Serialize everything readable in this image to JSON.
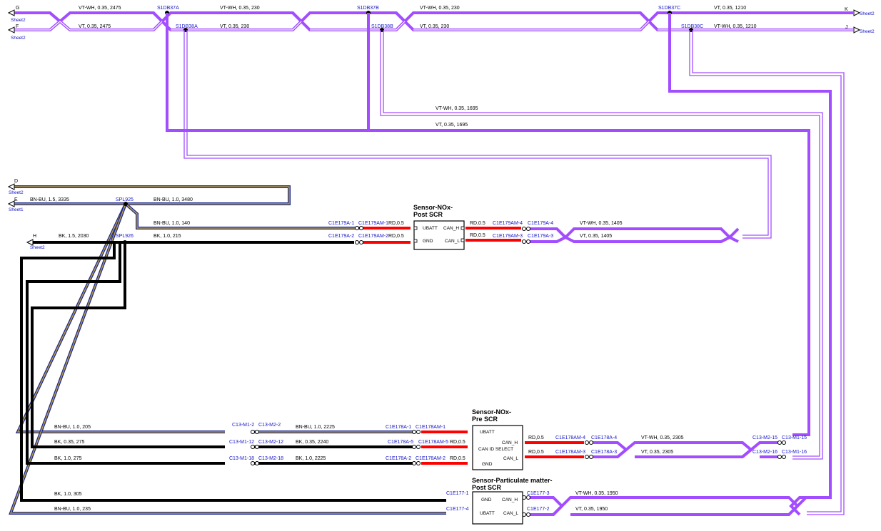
{
  "colors": {
    "violet": "#a24dff",
    "violet_white": "#b06cff",
    "red": "#ff0000",
    "black": "#000000",
    "brown_blue_outer": "#1b2a8a",
    "brown_blue_inner": "#b89a4a",
    "label_blue": "#1414c8"
  },
  "ports": {
    "G": "G",
    "F": "F",
    "K": "K",
    "J": "J",
    "D": "D",
    "E": "E",
    "H": "H",
    "sheet2": "Sheet2",
    "sheet1": "Sheet1"
  },
  "splices": {
    "s37a": "S1DB37A",
    "s38a": "S1DB38A",
    "s37b": "S1DB37B",
    "s38b": "S1DB38B",
    "s37c": "S1DB37C",
    "s38c": "S1DB38C",
    "spl925": "SPL925",
    "spl926": "SPL926"
  },
  "wires": {
    "top_vtwh_left": "VT-WH,  0.35,  2475",
    "top_vt_left": "VT,  0.35,  2475",
    "top_vtwh_mid": "VT-WH,  0.35,  230",
    "top_vt_mid": "VT,  0.35,  230",
    "top_vtwh_mid2": "VT-WH,  0.35,  230",
    "top_vt_mid2": "VT,  0.35,  230",
    "top_vt_right": "VT,  0.35,  1210",
    "top_vtwh_right": "VT-WH,  0.35,  1210",
    "long_vtwh": "VT-WH,  0.35,  1695",
    "long_vt": "VT,  0.35,  1695",
    "bnbu_3335": "BN-BU,  1.5,  3335",
    "bnbu_3480": "BN-BU,  1.0,  3480",
    "bnbu_140": "BN-BU,  1.0,  140",
    "bk_2030": "BK,  1.5,  2030",
    "bk_215": "BK,  1.0,  215",
    "post_vtwh": "VT-WH,  0.35,  1405",
    "post_vt": "VT,  0.35,  1405",
    "bnbu_205": "BN-BU,  1.0,  205",
    "bk_275a": "BK,  0.35,  275",
    "bk_275b": "BK,  1.0,  275",
    "bnbu_2225": "BN-BU,  1.0,  2225",
    "bk_2240": "BK,  0.35,  2240",
    "bk_2225": "BK,  1.0,  2225",
    "pre_vtwh": "VT-WH,  0.35,  2305",
    "pre_vt": "VT,  0.35,  2305",
    "bk_305": "BK,  1.0,  305",
    "bnbu_235": "BN-BU,  1.0,  235",
    "pm_vtwh": "VT-WH,  0.35,  1950",
    "pm_vt": "VT,  0.35,  1950",
    "rd05": "RD,0.5"
  },
  "connectors": {
    "c1e179a1": "C1E179A-1",
    "c1e179am1": "C1E179AM-1",
    "c1e179a2": "C1E179A-2",
    "c1e179am2": "C1E179AM-2",
    "c1e179am4": "C1E179AM-4",
    "c1e179a4": "C1E179A-4",
    "c1e179am3": "C1E179AM-3",
    "c1e179a3": "C1E179A-3",
    "c13m12": "C13-M1-2",
    "c13m22": "C13-M2-2",
    "c13m112": "C13-M1-12",
    "c13m212": "C13-M2-12",
    "c13m118": "C13-M1-18",
    "c13m218": "C13-M2-18",
    "c1e178a1": "C1E178A-1",
    "c1e178am1": "C1E178AM-1",
    "c1e178a5": "C1E178A-5",
    "c1e178am5": "C1E178AM-5",
    "c1e178a2": "C1E178A-2",
    "c1e178am2": "C1E178AM-2",
    "c1e178am4": "C1E178AM-4",
    "c1e178a4": "C1E178A-4",
    "c1e178am3": "C1E178AM-3",
    "c1e178a3": "C1E178A-3",
    "c13m215": "C13-M2-15",
    "c13m115": "C13-M1-15",
    "c13m216": "C13-M2-16",
    "c13m116": "C13-M1-16",
    "c1e1771": "C1E177-1",
    "c1e1774": "C1E177-4",
    "c1e1773": "C1E177-3",
    "c1e1772": "C1E177-2"
  },
  "components": {
    "nox_post": {
      "title1": "Sensor-NOx-",
      "title2": "Post SCR",
      "pin_ubatt": "UBATT",
      "pin_gnd": "GND",
      "pin_canh": "CAN_H",
      "pin_canl": "CAN_L"
    },
    "nox_pre": {
      "title1": "Sensor-NOx-",
      "title2": "Pre SCR",
      "pin_ubatt": "UBATT",
      "pin_canid": "CAN ID SELECT",
      "pin_gnd": "GND",
      "pin_canh": "CAN_H",
      "pin_canl": "CAN_L"
    },
    "pm_post": {
      "title1": "Sensor-Particulate matter-",
      "title2": "Post SCR",
      "pin_gnd": "GND",
      "pin_ubatt": "UBATT",
      "pin_canh": "CAN_H",
      "pin_canl": "CAN_L"
    }
  }
}
